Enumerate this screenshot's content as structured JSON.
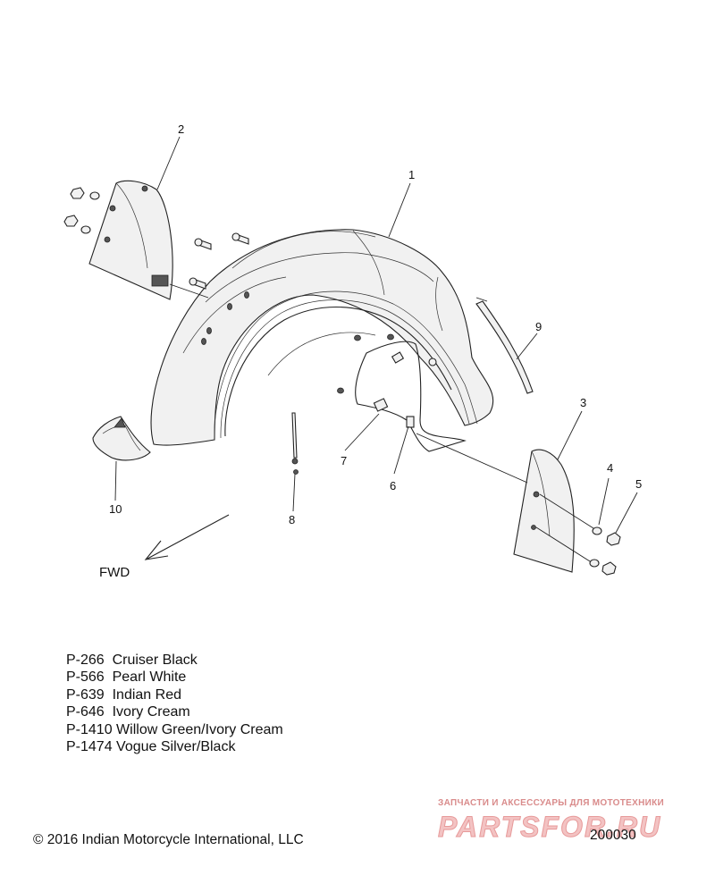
{
  "callouts": [
    "1",
    "2",
    "3",
    "4",
    "5",
    "6",
    "7",
    "8",
    "9",
    "10"
  ],
  "direction": "FWD",
  "paint_codes": [
    {
      "code": "P-266",
      "name": "Cruiser Black"
    },
    {
      "code": "P-566",
      "name": "Pearl White"
    },
    {
      "code": "P-639",
      "name": "Indian Red"
    },
    {
      "code": "P-646",
      "name": "Ivory Cream"
    },
    {
      "code": "P-1410",
      "name": "Willow Green/Ivory Cream"
    },
    {
      "code": "P-1474",
      "name": "Vogue Silver/Black"
    }
  ],
  "copyright": "© 2016 Indian Motorcycle International, LLC",
  "drawing_number": "200030",
  "watermark": {
    "tagline": "ЗАПЧАСТИ И АКСЕССУАРЫ ДЛЯ МОТОТЕХНИКИ",
    "brand": "PARTSFOR.RU"
  }
}
